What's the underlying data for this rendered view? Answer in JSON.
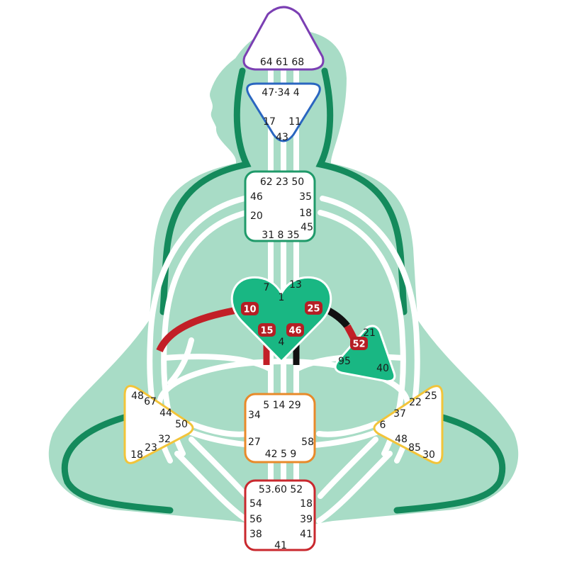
{
  "colors": {
    "silhouette_fill": "#a8dcc6",
    "silhouette_outline": "#148a5c",
    "channel": "#ffffff",
    "head_center": "#7b3fb3",
    "ajna_center": "#2a66c0",
    "throat_center": "#1f9a6a",
    "heart_center": "#19b783",
    "ego_fill": "#19b783",
    "spleen_center": "#f2c43a",
    "solar_center": "#f2c43a",
    "sacral_center": "#e88a2a",
    "root_center": "#c9282e",
    "defined_red": "#c21f27",
    "defined_black": "#111111",
    "badge": "#b51e24"
  },
  "centers": {
    "head": {
      "gates": [
        "64 61 68"
      ]
    },
    "ajna": {
      "gates": [
        "47·34 4",
        "17",
        "11",
        "43"
      ]
    },
    "throat": {
      "gates": [
        "62 23 50",
        "46",
        "35",
        "20",
        "18",
        "45",
        "31 8 35"
      ]
    },
    "g": {
      "gates": [
        "7",
        "13",
        "1",
        "4"
      ],
      "badges": [
        "10",
        "25",
        "15",
        "46"
      ]
    },
    "ego": {
      "gates": [
        "21",
        "95",
        "40"
      ],
      "badges": [
        "52"
      ]
    },
    "spleen": {
      "gates": [
        "48",
        "67",
        "44",
        "50",
        "32",
        "23",
        "18"
      ]
    },
    "sacral": {
      "gates": [
        "5 14 29",
        "34",
        "27",
        "58",
        "42 5 9"
      ]
    },
    "solar": {
      "gates": [
        "22",
        "25",
        "37",
        "6",
        "48",
        "85",
        "30"
      ]
    },
    "root": {
      "gates": [
        "53.60 52",
        "54",
        "18",
        "56",
        "39",
        "38",
        "41",
        "41"
      ]
    }
  }
}
